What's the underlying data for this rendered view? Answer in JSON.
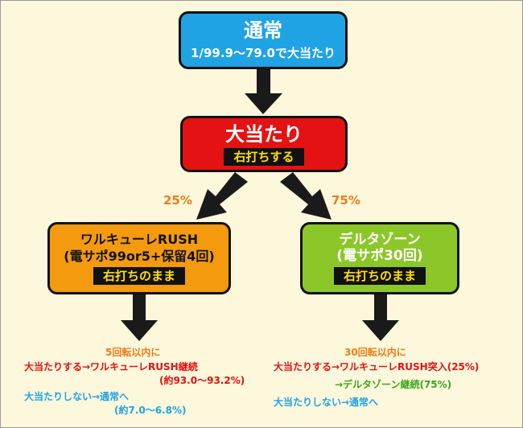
{
  "normal": {
    "title": "通常",
    "subtitle": "1/99.9～79.0で大当たり"
  },
  "jackpot": {
    "title": "大当たり",
    "tag": "右打ちする"
  },
  "branch_left": {
    "percent": "25%",
    "line1": "ワルキューレRUSH",
    "line2": "(電サポ99or5+保留4回)",
    "tag": "右打ちのまま",
    "note_title": "5回転以内に",
    "hit_text": "大当たりする→ワルキューレRUSH継続",
    "hit_rate": "(約93.0～93.2%)",
    "miss_text": "大当たりしない→通常へ",
    "miss_rate": "(約7.0～6.8%)"
  },
  "branch_right": {
    "percent": "75%",
    "line1": "デルタゾーン",
    "line2": "(電サポ30回)",
    "tag": "右打ちのまま",
    "note_title": "30回転以内に",
    "hit_text": "大当たりする→ワルキューレRUSH突入(25%)",
    "hit_sub": "→デルタゾーン継続(75%)",
    "miss_text": "大当たりしない→通常へ"
  },
  "colors": {
    "normal_box": "#1fa3e4",
    "jackpot_box": "#e41212",
    "walkure_box": "#f39a0e",
    "delta_box": "#8cc72a",
    "tag_bg": "#111111",
    "tag_text": "#ffe000",
    "background": "#fdf7dc"
  }
}
